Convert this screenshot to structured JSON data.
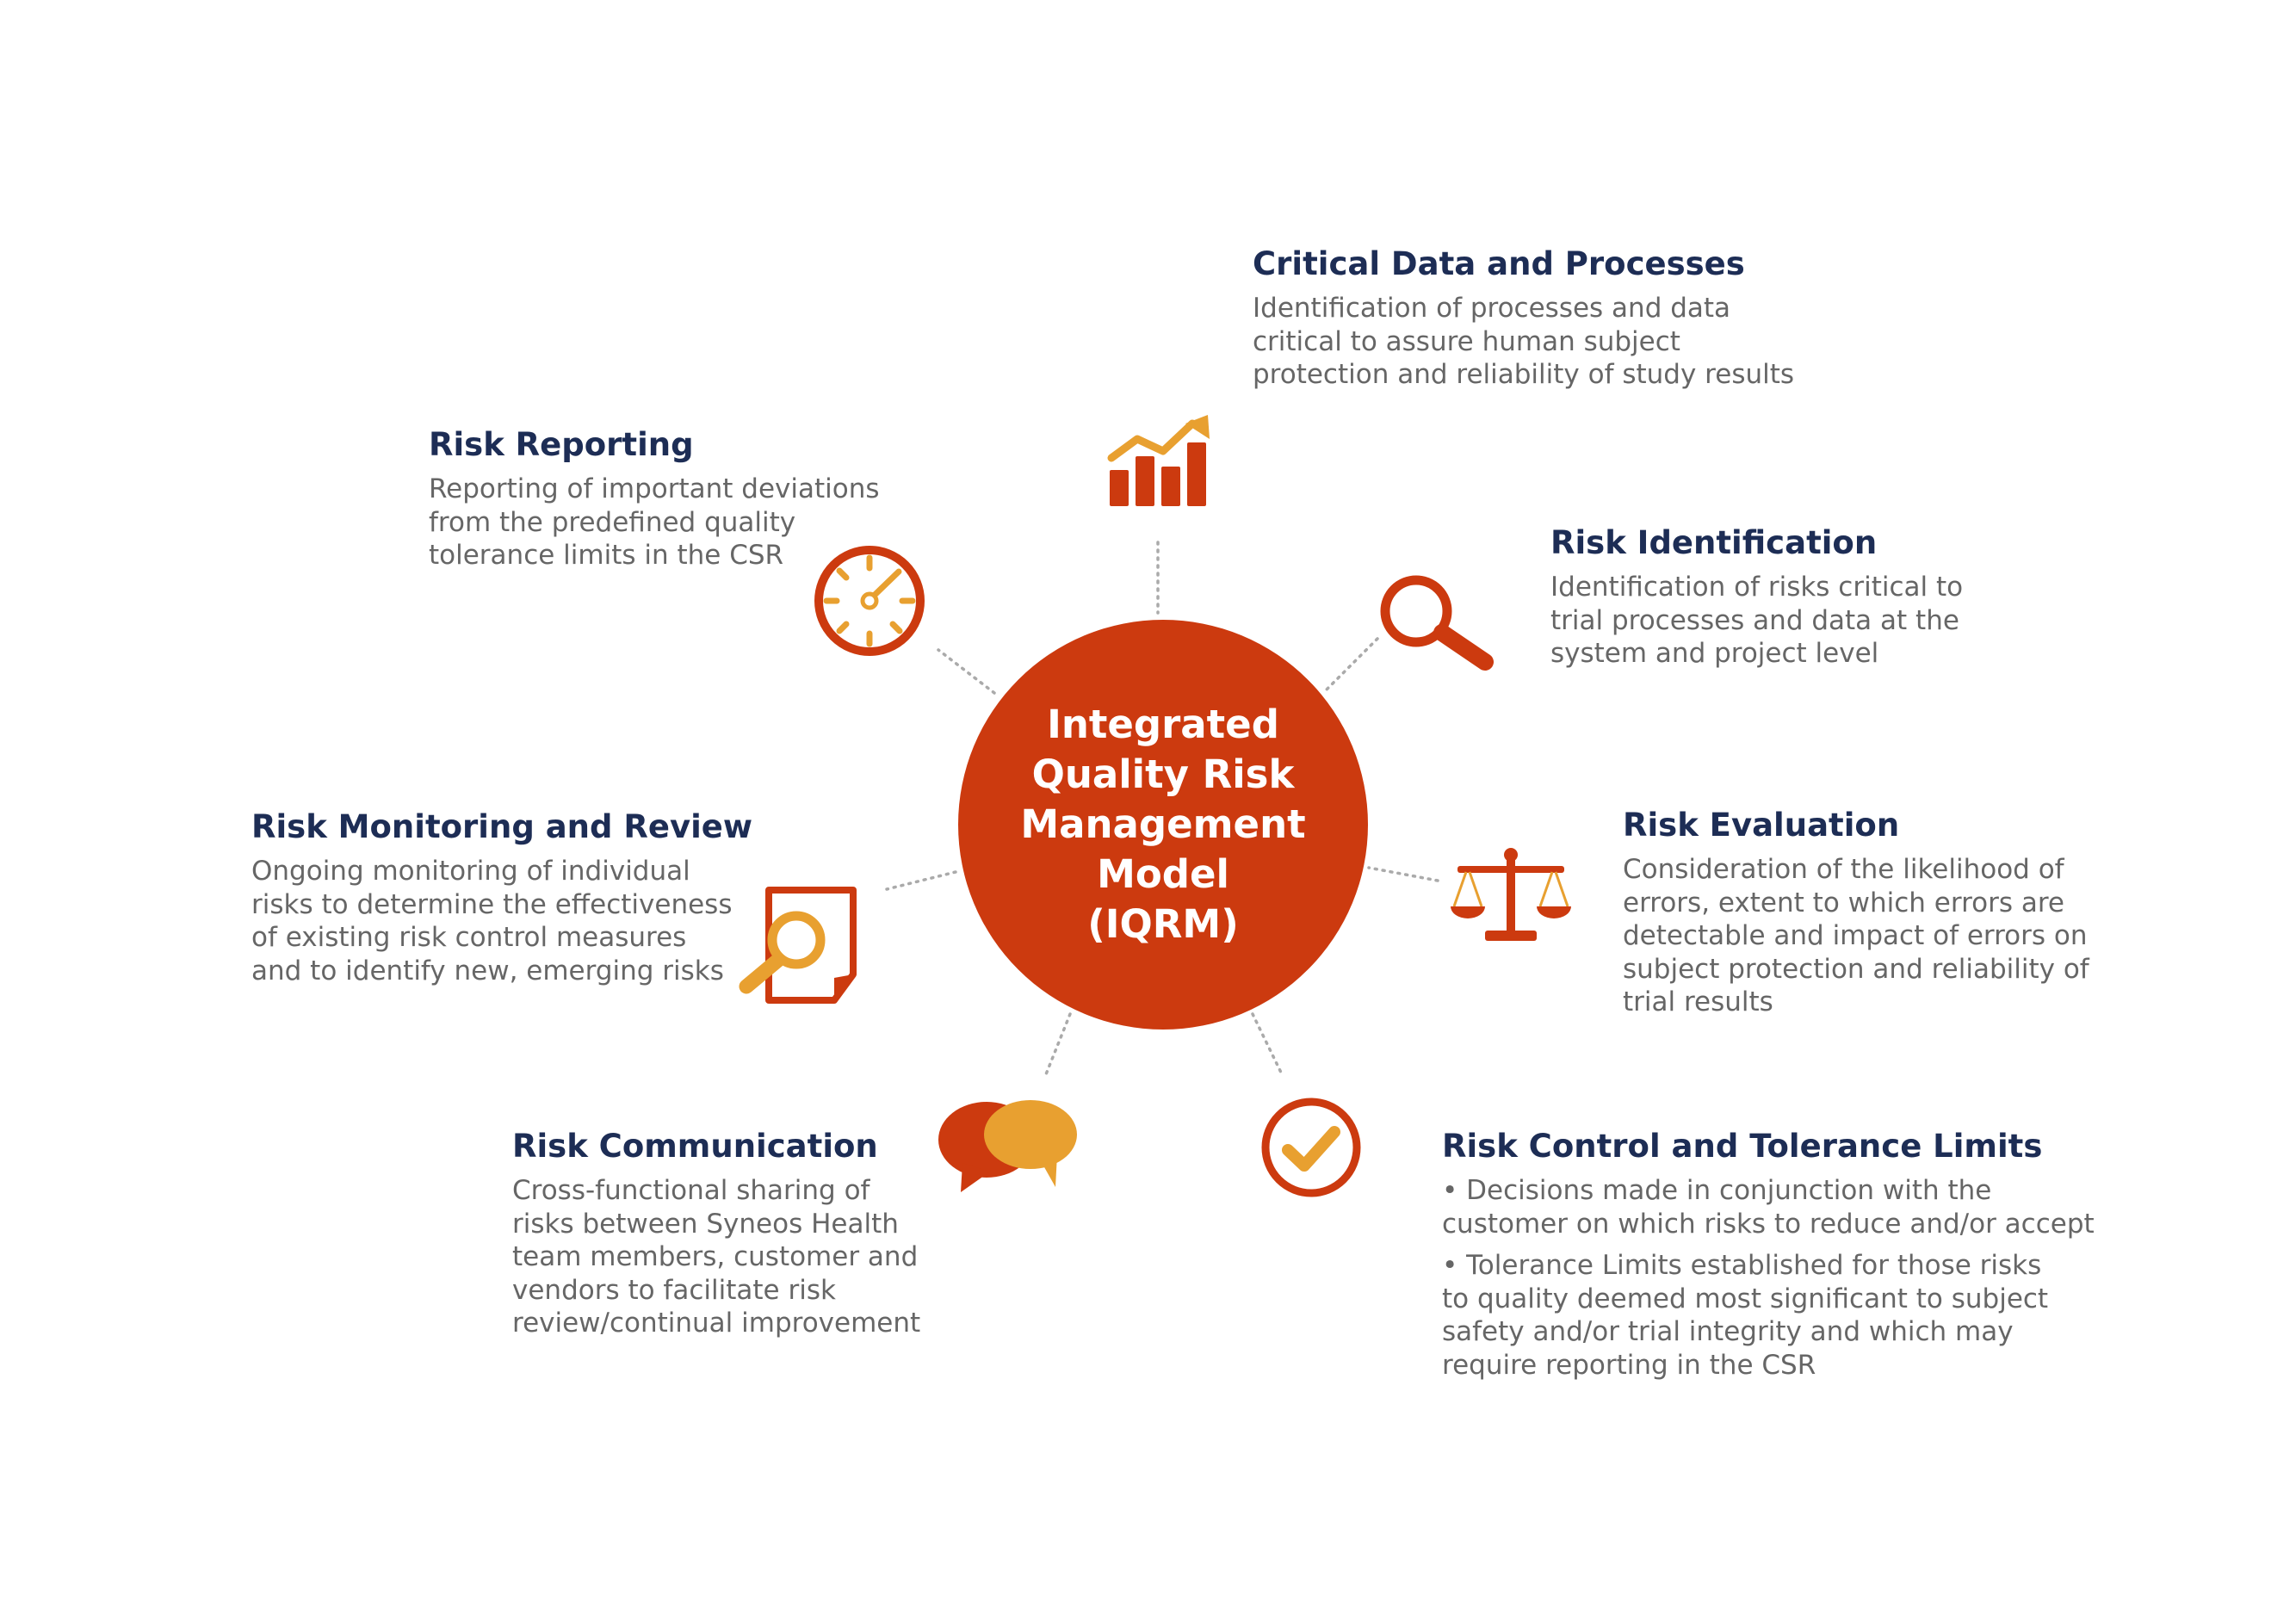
{
  "colors": {
    "primary": "#cc3a0f",
    "accent": "#e8a030",
    "title": "#1d2d55",
    "body": "#666666",
    "connector": "#aaaaaa"
  },
  "center": {
    "label": "Integrated Quality Risk Management Model (IQRM)"
  },
  "blocks": {
    "critical_data": {
      "icon": "bar-chart-growth-icon",
      "title": "Critical Data and Processes",
      "body": "Identification of processes and data\ncritical to assure human subject\nprotection and reliability of study results"
    },
    "risk_identification": {
      "icon": "magnifier-icon",
      "title": "Risk Identification",
      "body": "Identification of risks critical to\ntrial processes and data at the\nsystem and project level"
    },
    "risk_evaluation": {
      "icon": "balance-scale-icon",
      "title": "Risk Evaluation",
      "body": "Consideration of the likelihood of\nerrors, extent to which errors are\ndetectable and impact of errors on\nsubject protection and reliability of\ntrial results"
    },
    "risk_control": {
      "icon": "checkmark-circle-icon",
      "title": "Risk Control and Tolerance Limits",
      "bullets": [
        "• Decisions made in conjunction with the\n   customer on which risks to reduce and/or accept",
        "• Tolerance Limits established for those risks\n   to quality deemed most significant to subject\n   safety and/or trial integrity and which may\n   require reporting in the CSR"
      ]
    },
    "risk_communication": {
      "icon": "speech-bubbles-icon",
      "title": "Risk Communication",
      "body": "Cross-functional sharing of\nrisks between Syneos Health\nteam members, customer and\nvendors to facilitate risk\nreview/continual improvement"
    },
    "risk_monitoring": {
      "icon": "document-search-icon",
      "title": "Risk Monitoring and Review",
      "body": "Ongoing monitoring of individual\nrisks to determine the effectiveness\nof existing risk control measures\nand to identify new, emerging risks"
    },
    "risk_reporting": {
      "icon": "stopwatch-gauge-icon",
      "title": "Risk Reporting",
      "body": "Reporting of important deviations\nfrom the predefined quality\ntolerance limits in the CSR"
    }
  }
}
